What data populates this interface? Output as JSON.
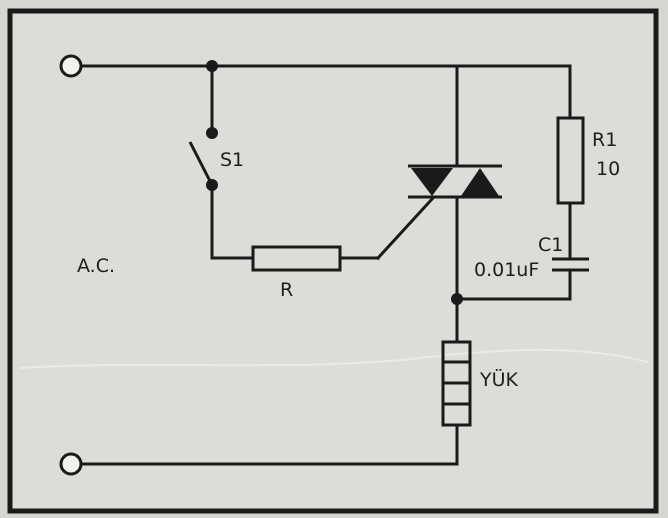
{
  "diagram": {
    "labels": {
      "ac_source": "A.C.",
      "switch": "S1",
      "resistor_gate": "R",
      "resistor_snubber": "R1",
      "resistor_snubber_value": "10",
      "capacitor": "C1",
      "capacitor_value": "0.01uF",
      "load": "YÜK"
    },
    "colors": {
      "ink": "#1a1a1a",
      "paper": "#d6d6d3",
      "terminal_fill": "#f2f2ef"
    }
  }
}
